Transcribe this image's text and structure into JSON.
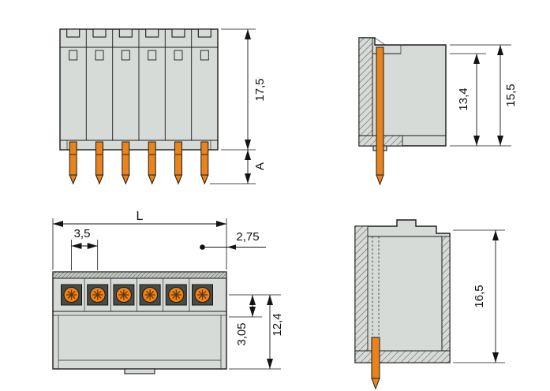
{
  "views": {
    "front_upper": {
      "height": "17,5",
      "pin_length": "A"
    },
    "side_upper": {
      "contact_height": "13,4",
      "total_height": "15,5"
    },
    "front_lower": {
      "total_length": "L",
      "pin_pitch": "3,5",
      "end_offset": "2,75",
      "contact_depth": "3,05",
      "body_depth": "12,4"
    },
    "side_lower": {
      "total_height": "16,5"
    }
  },
  "colors": {
    "pin_orange": "#e8831d",
    "housing_gray": "#d7dbd7",
    "contact_dark": "#474c47",
    "line_black": "#1b1b1b"
  }
}
